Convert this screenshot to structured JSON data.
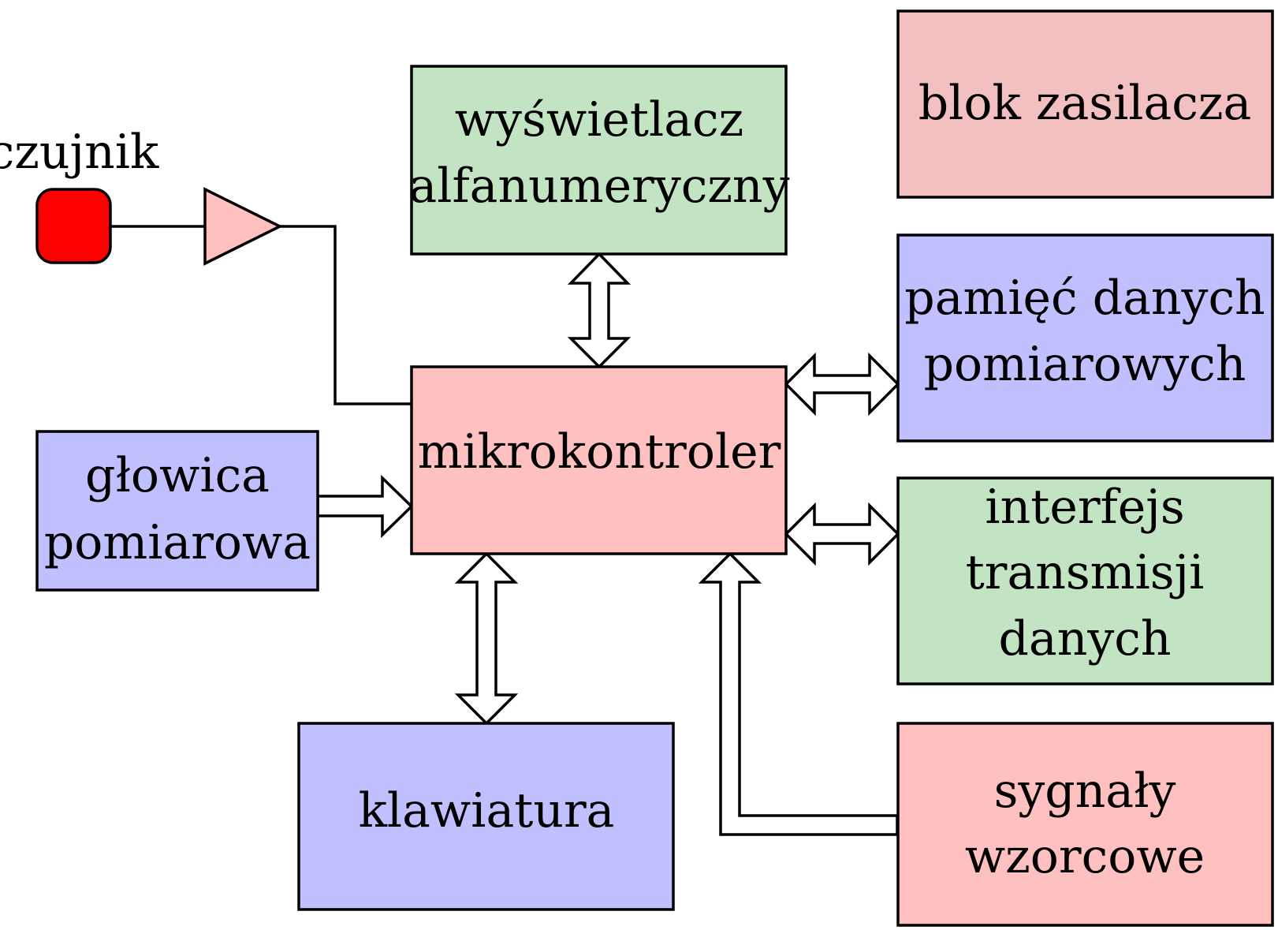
{
  "blocks": {
    "display": {
      "lines": [
        "wyświetlacz",
        "alfanumeryczny"
      ],
      "color": "#c2e4c2"
    },
    "power": {
      "lines": [
        "blok zasilacza"
      ],
      "color": "#f2c0c0"
    },
    "memory": {
      "lines": [
        "pamięć danych",
        "pomiarowych"
      ],
      "color": "#c0c0ff"
    },
    "micro": {
      "lines": [
        "mikrokontroler"
      ],
      "color": "#ffc0c0"
    },
    "head": {
      "lines": [
        "głowica",
        "pomiarowa"
      ],
      "color": "#c0c0ff"
    },
    "interface": {
      "lines": [
        "interfejs",
        "transmisji",
        "danych"
      ],
      "color": "#c2e4c2"
    },
    "keyboard": {
      "lines": [
        "klawiatura"
      ],
      "color": "#c0c0ff"
    },
    "signals": {
      "lines": [
        "sygnały",
        "wzorcowe"
      ],
      "color": "#ffc0c0"
    }
  },
  "sensor": {
    "label": "czujnik",
    "color": "#ff0000"
  },
  "amplifier": {
    "color": "#ffc0c0"
  }
}
